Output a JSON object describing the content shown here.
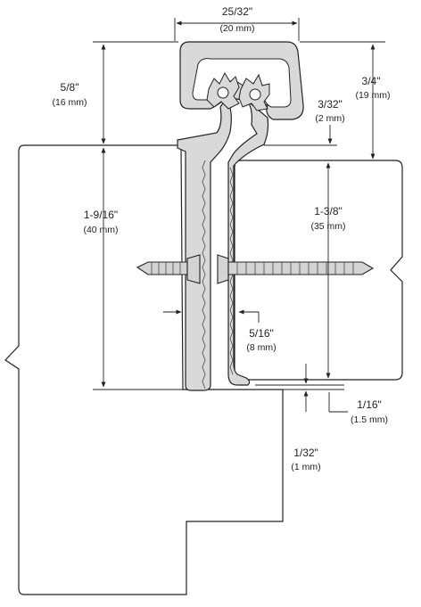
{
  "colors": {
    "outline": "#222222",
    "profile_fill": "#d9d9d9",
    "profile_inner": "#ffffff",
    "screw_fill": "#d4d4d4",
    "door_fill": "#ffffff"
  },
  "dimensions": {
    "top_width": {
      "main": "25/32\"",
      "sub": "(20 mm)"
    },
    "left_top": {
      "main": "5/8\"",
      "sub": "(16 mm)"
    },
    "right_top": {
      "main": "3/4\"",
      "sub": "(19 mm)"
    },
    "gap_small": {
      "main": "3/32\"",
      "sub": "(2 mm)"
    },
    "left_leaf": {
      "main": "1-9/16\"",
      "sub": "(40 mm)"
    },
    "right_leaf": {
      "main": "1-3/8\"",
      "sub": "(35 mm)"
    },
    "leaf_gap": {
      "main": "5/16\"",
      "sub": "(8 mm)"
    },
    "bottom_gap": {
      "main": "1/16\"",
      "sub": "(1.5 mm)"
    },
    "bottom_offset": {
      "main": "1/32\"",
      "sub": "(1 mm)"
    }
  }
}
